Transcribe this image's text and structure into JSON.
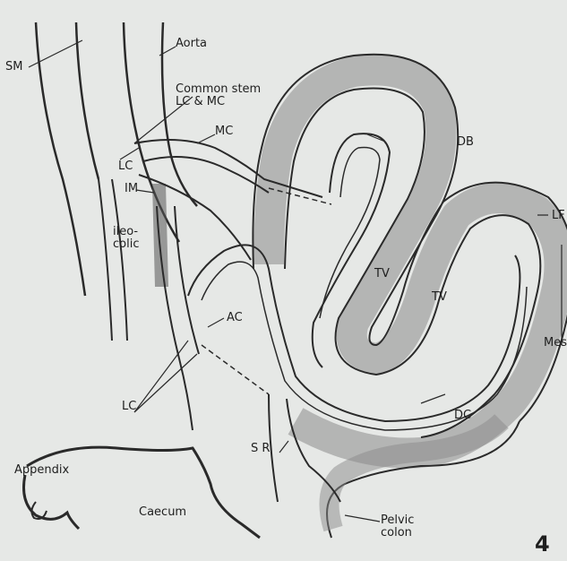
{
  "figure": {
    "number": "4",
    "labels": {
      "sm": "SM",
      "aorta": "Aorta",
      "common_stem": "Common stem\nLC & MC",
      "mc": "MC",
      "lc_upper": "LC",
      "im": "IM",
      "ileocolic": "ileo-\ncolic",
      "db": "DB",
      "lf": "LF",
      "tv_left": "TV",
      "tv_right": "TV",
      "mes": "Mes",
      "ac": "AC",
      "lc_lower": "LC",
      "dc": "DC",
      "sr": "S R",
      "appendix": "Appendix",
      "caecum": "Caecum",
      "pelvic_colon": "Pelvic\ncolon"
    }
  }
}
